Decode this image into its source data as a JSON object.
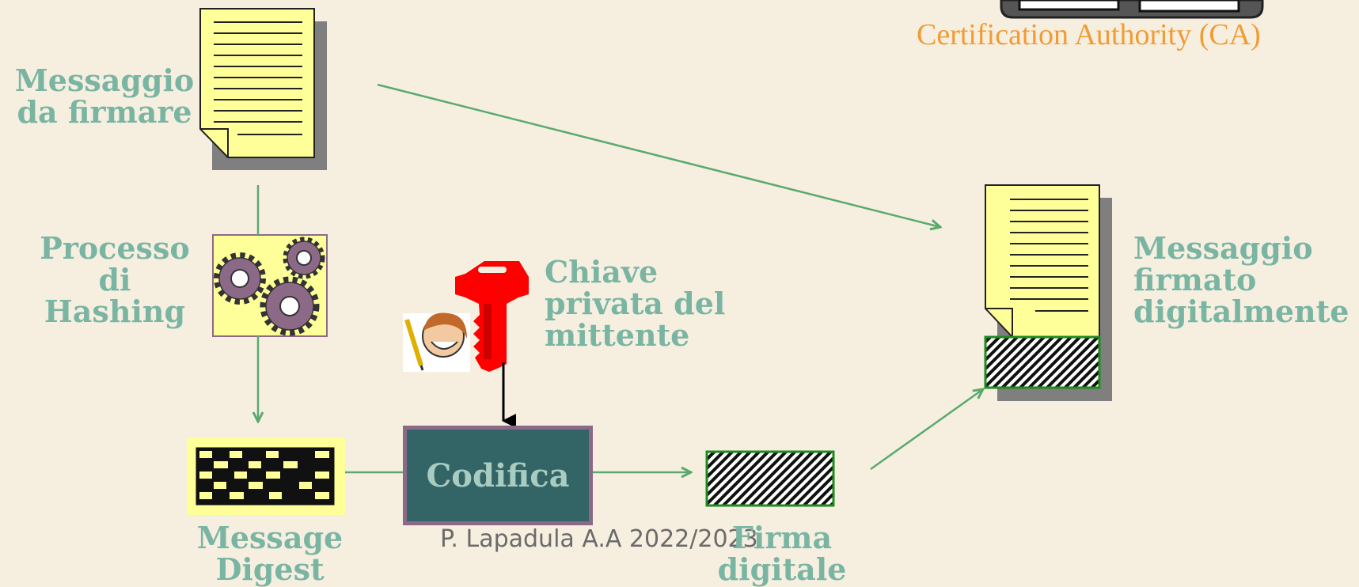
{
  "ca_label": "Certification Authority (CA)",
  "labels": {
    "messaggio_da_firmare": [
      "Messaggio",
      "da firmare"
    ],
    "processo_hashing": [
      "Processo",
      "di",
      "Hashing"
    ],
    "chiave_privata": [
      "Chiave",
      "privata del",
      "mittente"
    ],
    "message_digest": [
      "Message",
      "Digest"
    ],
    "codifica": "Codifica",
    "firma_digitale": [
      "Firma",
      "digitale"
    ],
    "messaggio_firmato": [
      "Messaggio",
      "firmato",
      "digitalmente"
    ]
  },
  "footer": "P. Lapadula  A.A 2022/2023",
  "colors": {
    "background": "#f6efe0",
    "label_teal": "#7ab5a3",
    "ca_orange": "#f29b35",
    "arrow_green": "#5aaa6e",
    "key_red": "#ff0000",
    "codifica_fill": "#336567",
    "document_yellow": "#ffff99"
  },
  "icons": [
    "document-icon",
    "gears-icon",
    "digest-grid-icon",
    "key-icon",
    "person-pencil-icon",
    "signature-pattern-icon",
    "signed-document-icon",
    "ca-device-icon"
  ]
}
